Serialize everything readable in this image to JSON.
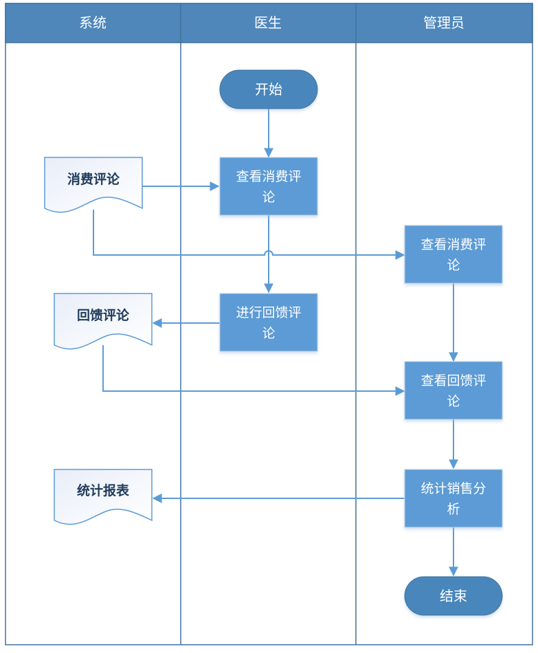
{
  "colors": {
    "header_fill": "#4f87bb",
    "lane_border": "#41719c",
    "process_fill": "#5b9bd5",
    "terminator_fill": "#4a86bb",
    "connector": "#5b9bd5",
    "document_text": "#1f3b5a"
  },
  "lanes": [
    {
      "id": "system",
      "title": "系统"
    },
    {
      "id": "doctor",
      "title": "医生"
    },
    {
      "id": "admin",
      "title": "管理员"
    }
  ],
  "nodes": {
    "start": {
      "type": "terminator",
      "lane": "doctor",
      "label": "开始"
    },
    "doctor_view_comments": {
      "type": "process",
      "lane": "doctor",
      "lines": [
        "查看消费评",
        "论"
      ]
    },
    "doctor_reply_comments": {
      "type": "process",
      "lane": "doctor",
      "lines": [
        "进行回馈评",
        "论"
      ]
    },
    "doc_consumption_comments": {
      "type": "document",
      "lane": "system",
      "label": "消费评论"
    },
    "doc_feedback_comments": {
      "type": "document",
      "lane": "system",
      "label": "回馈评论"
    },
    "doc_stat_report": {
      "type": "document",
      "lane": "system",
      "label": "统计报表"
    },
    "admin_view_comments": {
      "type": "process",
      "lane": "admin",
      "lines": [
        "查看消费评",
        "论"
      ]
    },
    "admin_view_feedback": {
      "type": "process",
      "lane": "admin",
      "lines": [
        "查看回馈评",
        "论"
      ]
    },
    "admin_sales_analysis": {
      "type": "process",
      "lane": "admin",
      "lines": [
        "统计销售分",
        "析"
      ]
    },
    "end": {
      "type": "terminator",
      "lane": "admin",
      "label": "结束"
    }
  },
  "edges": [
    {
      "from": "start",
      "to": "doctor_view_comments"
    },
    {
      "from": "doc_consumption_comments",
      "to": "doctor_view_comments"
    },
    {
      "from": "doctor_view_comments",
      "to": "doctor_reply_comments"
    },
    {
      "from": "doc_consumption_comments",
      "to": "admin_view_comments"
    },
    {
      "from": "doctor_reply_comments",
      "to": "doc_feedback_comments"
    },
    {
      "from": "doc_feedback_comments",
      "to": "admin_view_feedback"
    },
    {
      "from": "admin_view_comments",
      "to": "admin_view_feedback"
    },
    {
      "from": "admin_view_feedback",
      "to": "admin_sales_analysis"
    },
    {
      "from": "admin_sales_analysis",
      "to": "doc_stat_report"
    },
    {
      "from": "admin_sales_analysis",
      "to": "end"
    }
  ]
}
